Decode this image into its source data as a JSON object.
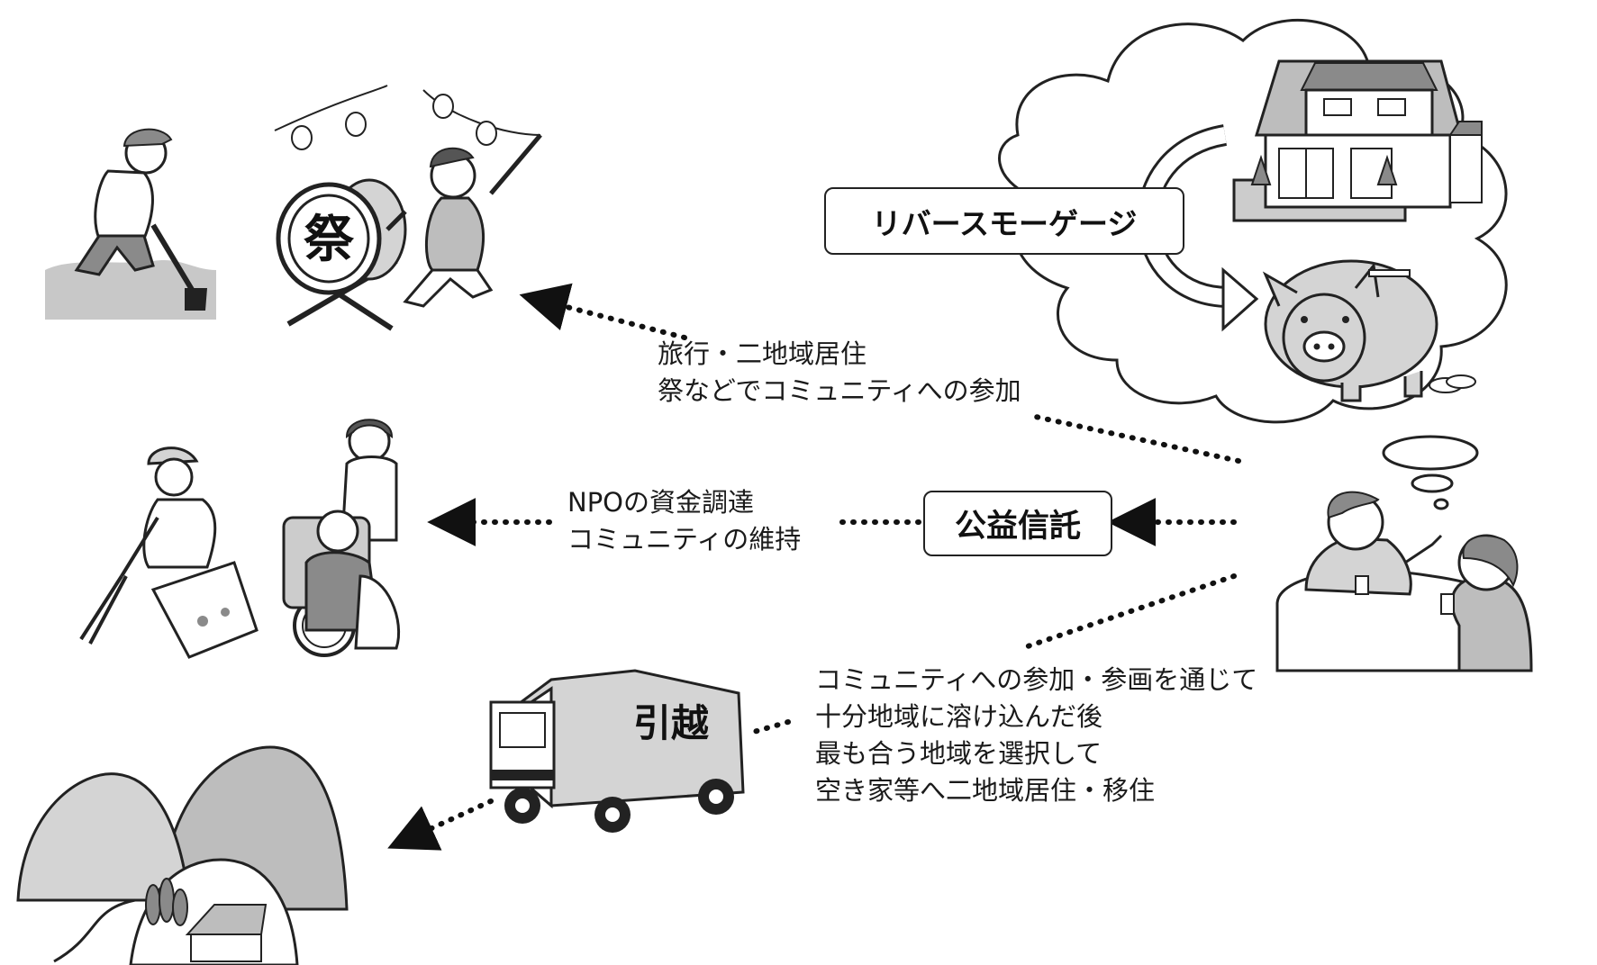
{
  "labels": {
    "reverse_mortgage": "リバースモーゲージ",
    "public_trust": "公益信託",
    "festival_char": "祭",
    "moving_truck": "引越"
  },
  "captions": {
    "travel": [
      "旅行・二地域居住",
      "祭などでコミュニティへの参加"
    ],
    "npo": [
      "NPOの資金調達",
      "コミュニティの維持"
    ],
    "relocate": [
      "コミュニティへの参加・参画を通じて",
      "十分地域に溶け込んだ後",
      "最も合う地域を選択して",
      "空き家等へ二地域居住・移住"
    ]
  },
  "colors": {
    "ink": "#1a1a1a",
    "gray_light": "#d4d4d4",
    "gray_mid": "#bdbdbd",
    "gray_dark": "#8a8a8a"
  }
}
